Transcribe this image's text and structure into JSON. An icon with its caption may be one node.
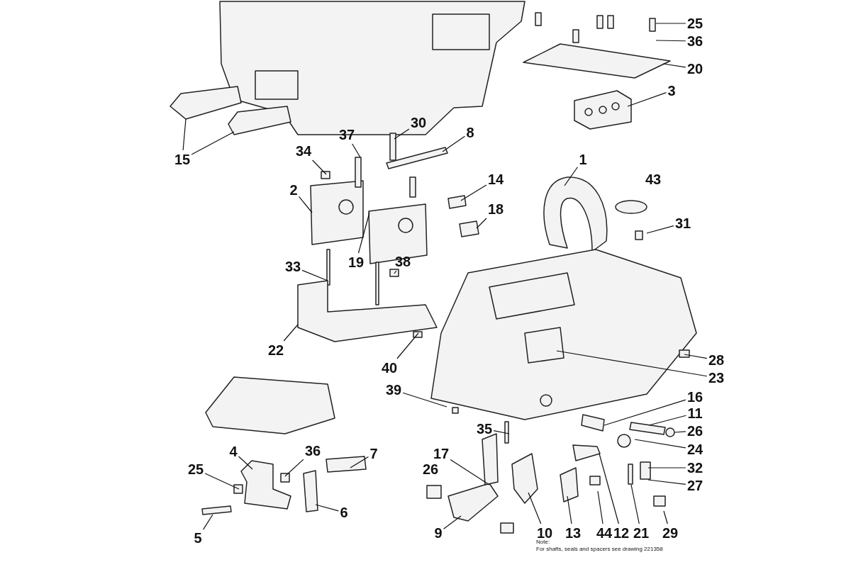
{
  "diagram": {
    "nodes": [
      {
        "text": [
          "25"
        ]
      },
      {
        "text": [
          "36"
        ]
      },
      {
        "text": [
          "20"
        ]
      },
      {
        "text": [
          "3"
        ]
      },
      {
        "text": [
          "15"
        ]
      },
      {
        "text": [
          "37"
        ]
      },
      {
        "text": [
          "30"
        ]
      },
      {
        "text": [
          "8"
        ]
      },
      {
        "text": [
          "34"
        ]
      },
      {
        "text": [
          "1"
        ]
      },
      {
        "text": [
          "14"
        ]
      },
      {
        "text": [
          "2"
        ]
      },
      {
        "text": [
          "18"
        ]
      },
      {
        "text": [
          "31"
        ]
      },
      {
        "text": [
          "19"
        ]
      },
      {
        "text": [
          "33"
        ]
      },
      {
        "text": [
          "38"
        ]
      },
      {
        "text": [
          "22"
        ]
      },
      {
        "text": [
          "40"
        ]
      },
      {
        "text": [
          "28"
        ]
      },
      {
        "text": [
          "23"
        ]
      },
      {
        "text": [
          "39"
        ]
      },
      {
        "text": [
          "16"
        ]
      },
      {
        "text": [
          "11"
        ]
      },
      {
        "text": [
          "26"
        ]
      },
      {
        "text": [
          "24"
        ]
      },
      {
        "text": [
          "35"
        ]
      },
      {
        "text": [
          "32"
        ]
      },
      {
        "text": [
          "27"
        ]
      },
      {
        "text": [
          "17"
        ]
      },
      {
        "text": [
          "4"
        ]
      },
      {
        "text": [
          "36"
        ]
      },
      {
        "text": [
          "7"
        ]
      },
      {
        "text": [
          "25"
        ]
      },
      {
        "text": [
          "6"
        ]
      },
      {
        "text": [
          "5"
        ]
      },
      {
        "text": [
          "9"
        ]
      },
      {
        "text": [
          "10"
        ]
      },
      {
        "text": [
          "13"
        ]
      },
      {
        "text": [
          "44"
        ]
      },
      {
        "text": [
          "12"
        ]
      },
      {
        "text": [
          "21"
        ]
      },
      {
        "text": [
          "29"
        ]
      }
    ],
    "edges": [
      {
        "from": 0,
        "to": null,
        "arrow": "none"
      },
      {
        "from": 1,
        "to": null,
        "arrow": "none"
      },
      {
        "from": 2,
        "to": null,
        "arrow": "none"
      },
      {
        "from": 3,
        "to": null,
        "arrow": "none"
      },
      {
        "from": 4,
        "to": null,
        "arrow": "none"
      },
      {
        "from": 4,
        "to": null,
        "arrow": "none"
      },
      {
        "from": 5,
        "to": null,
        "arrow": "none"
      },
      {
        "from": 6,
        "to": null,
        "arrow": "none"
      },
      {
        "from": 7,
        "to": null,
        "arrow": "none"
      },
      {
        "from": 8,
        "to": null,
        "arrow": "none"
      },
      {
        "from": 9,
        "to": null,
        "arrow": "none"
      },
      {
        "from": 10,
        "to": null,
        "arrow": "none"
      },
      {
        "from": 11,
        "to": null,
        "arrow": "none"
      },
      {
        "from": 12,
        "to": null,
        "arrow": "none"
      },
      {
        "from": 13,
        "to": null,
        "arrow": "none"
      },
      {
        "from": 14,
        "to": null,
        "arrow": "none"
      },
      {
        "from": 15,
        "to": null,
        "arrow": "none"
      },
      {
        "from": 16,
        "to": null,
        "arrow": "none"
      },
      {
        "from": 17,
        "to": null,
        "arrow": "none"
      },
      {
        "from": 18,
        "to": null,
        "arrow": "none"
      },
      {
        "from": 19,
        "to": null,
        "arrow": "none"
      },
      {
        "from": 20,
        "to": null,
        "arrow": "none"
      },
      {
        "from": 21,
        "to": null,
        "arrow": "none"
      },
      {
        "from": 22,
        "to": null,
        "arrow": "none"
      },
      {
        "from": 23,
        "to": null,
        "arrow": "none"
      },
      {
        "from": 24,
        "to": null,
        "arrow": "none"
      },
      {
        "from": 25,
        "to": null,
        "arrow": "none"
      },
      {
        "from": 26,
        "to": null,
        "arrow": "none"
      },
      {
        "from": 27,
        "to": null,
        "arrow": "none"
      },
      {
        "from": 28,
        "to": null,
        "arrow": "none"
      },
      {
        "from": 29,
        "to": null,
        "arrow": "none"
      },
      {
        "from": 30,
        "to": null,
        "arrow": "none"
      },
      {
        "from": 31,
        "to": null,
        "arrow": "none"
      },
      {
        "from": 32,
        "to": null,
        "arrow": "none"
      },
      {
        "from": 33,
        "to": null,
        "arrow": "none"
      },
      {
        "from": 34,
        "to": null,
        "arrow": "none"
      },
      {
        "from": 35,
        "to": null,
        "arrow": "none"
      },
      {
        "from": 36,
        "to": null,
        "arrow": "none"
      },
      {
        "from": 37,
        "to": null,
        "arrow": "none"
      },
      {
        "from": 38,
        "to": null,
        "arrow": "none"
      },
      {
        "from": 39,
        "to": null,
        "arrow": "none"
      },
      {
        "from": 40,
        "to": null,
        "arrow": "none"
      },
      {
        "from": 41,
        "to": null,
        "arrow": "none"
      },
      {
        "from": 42,
        "to": null,
        "arrow": "none"
      }
    ],
    "labels": [
      "43",
      "26",
      "Note:",
      "For shafts, seals and spacers see drawing 221358"
    ]
  }
}
